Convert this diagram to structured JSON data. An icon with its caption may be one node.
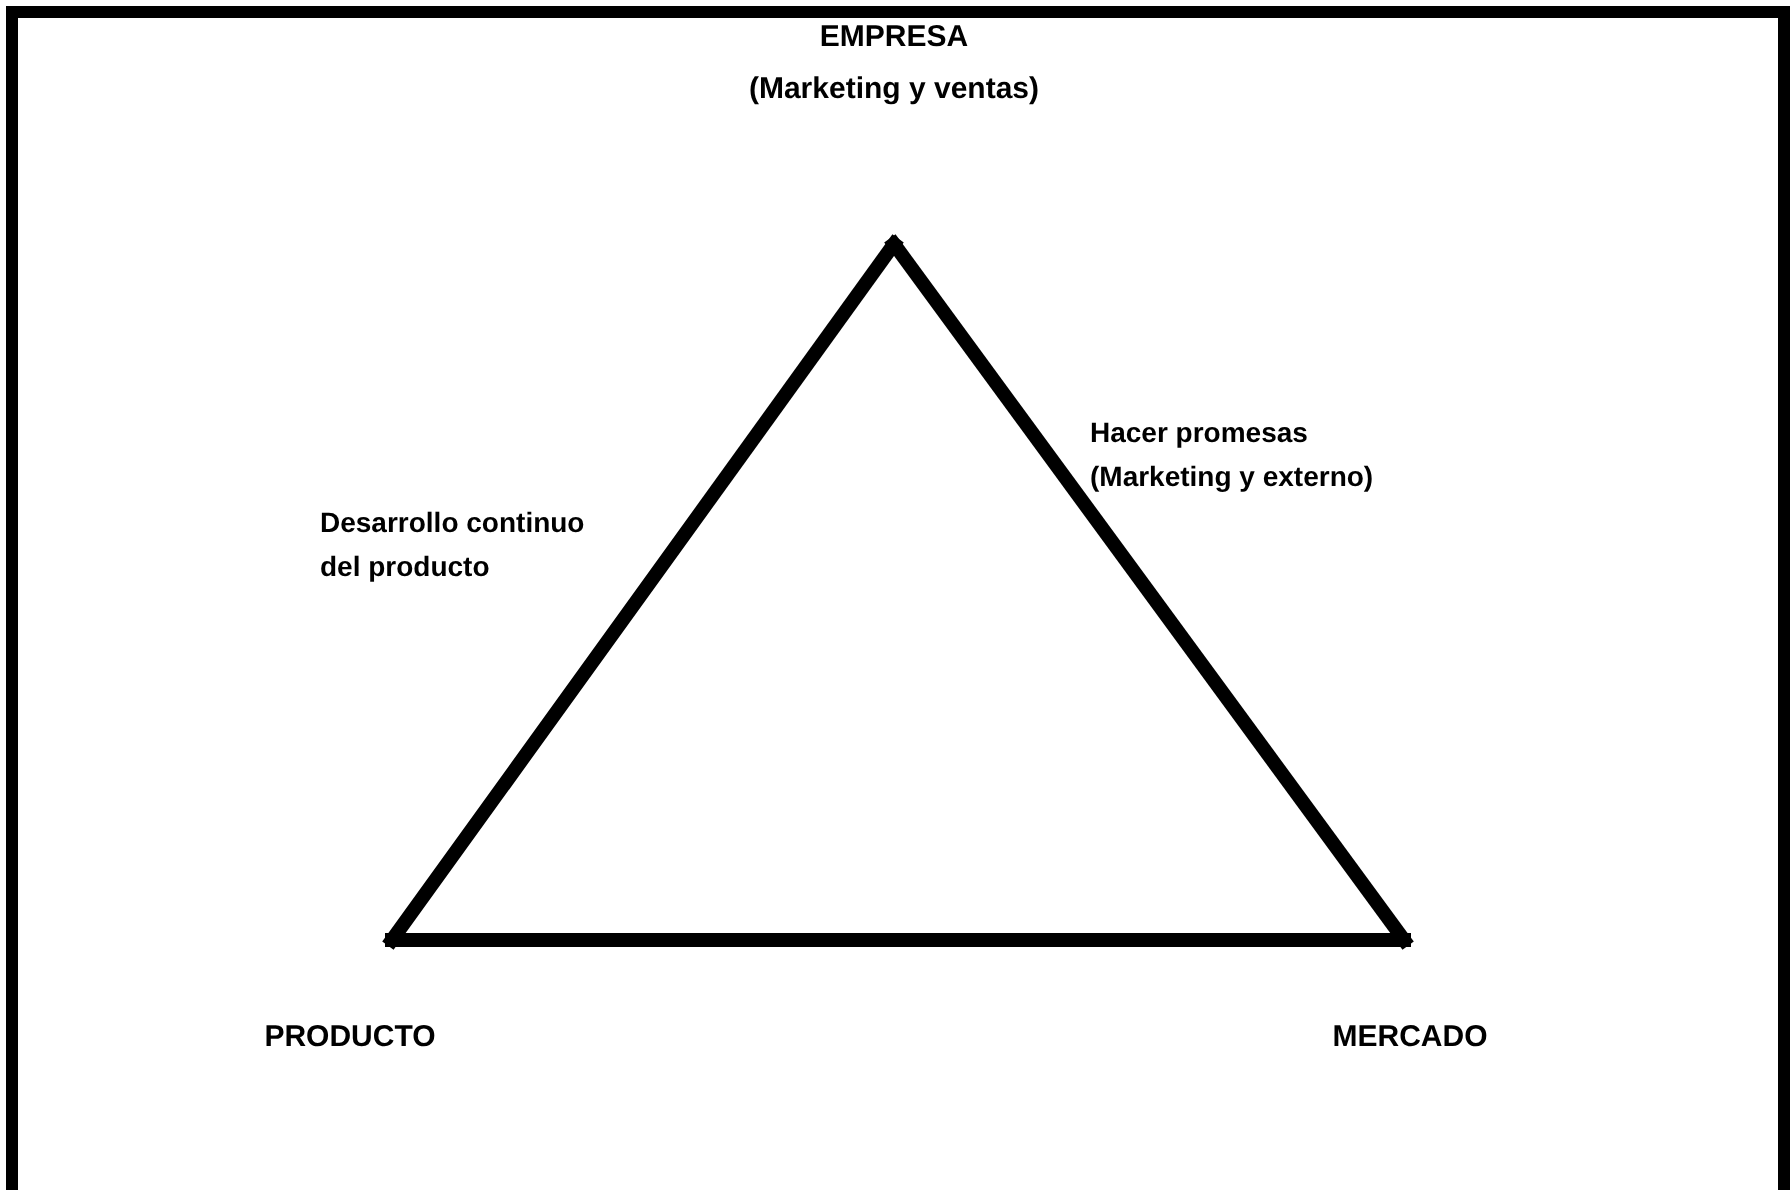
{
  "diagram": {
    "nodes": [
      {
        "text": [
          "EMPRESA",
          "(Marketing y ventas)"
        ]
      },
      {
        "text": [
          "PRODUCTO"
        ]
      },
      {
        "text": [
          "MERCADO"
        ]
      }
    ],
    "edges": [
      {
        "from": 0,
        "to": 1,
        "arrow": "none",
        "label": "Desarrollo continuo del producto"
      },
      {
        "from": 0,
        "to": 2,
        "arrow": "none",
        "label": "Hacer promesas (Marketing y externo)"
      },
      {
        "from": 1,
        "to": 2,
        "arrow": "none"
      }
    ]
  }
}
